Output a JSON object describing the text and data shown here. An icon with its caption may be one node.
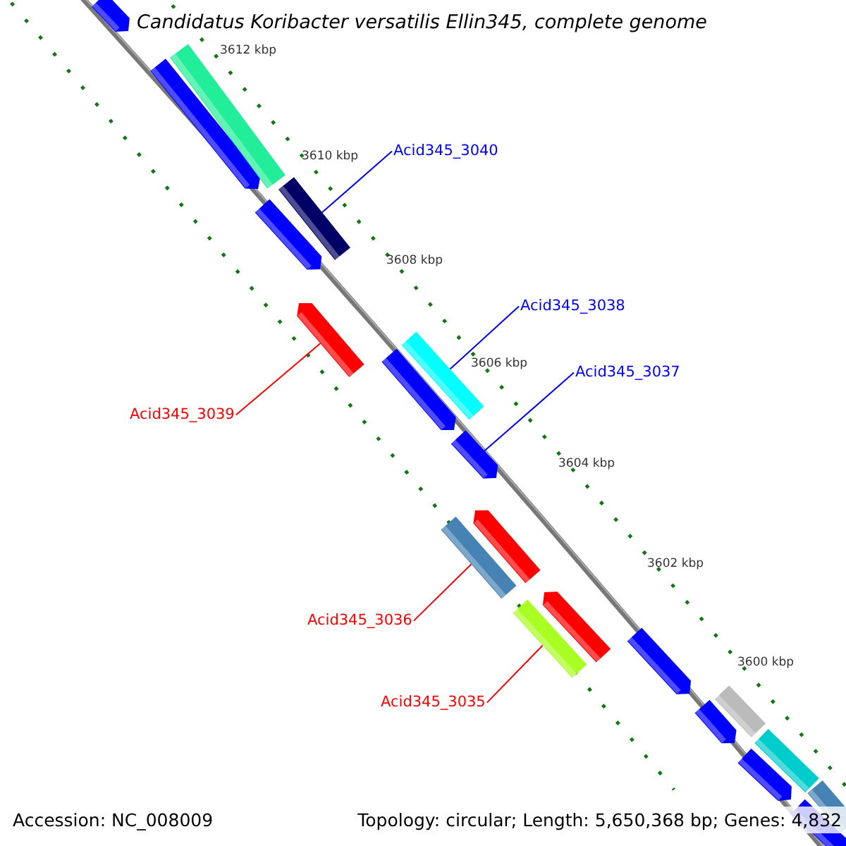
{
  "diagram": {
    "title": "Candidatus Koribacter versatilis Ellin345, complete genome",
    "nodes": [
      {
        "text": [
          "Acid345_3040"
        ]
      },
      {
        "text": [
          "Acid345_3038"
        ]
      },
      {
        "text": [
          "Acid345_3037"
        ]
      },
      {
        "text": [
          "Acid345_3039"
        ]
      },
      {
        "text": [
          "Acid345_3036"
        ]
      },
      {
        "text": [
          "Acid345_3035"
        ]
      },
      {
        "text": [],
        "shape": "bar"
      },
      {
        "text": [],
        "shape": "bar"
      },
      {
        "text": [],
        "shape": "bar"
      },
      {
        "text": [],
        "shape": "bar"
      },
      {
        "text": [],
        "shape": "bar"
      },
      {
        "text": [],
        "shape": "bar"
      },
      {
        "text": [],
        "shape": "bar"
      },
      {
        "text": [],
        "shape": "bar"
      },
      {
        "text": [],
        "shape": "bar"
      },
      {
        "text": [],
        "shape": "bar"
      },
      {
        "text": [],
        "shape": "bar"
      },
      {
        "text": [],
        "shape": "bar"
      },
      {
        "text": [],
        "shape": "bar"
      },
      {
        "text": [],
        "shape": "bar"
      },
      {
        "text": [],
        "shape": "bar"
      },
      {
        "text": [],
        "shape": "bar"
      },
      {
        "text": [],
        "shape": "bar"
      },
      {
        "text": [],
        "shape": "bar"
      },
      {
        "text": [],
        "shape": "bar"
      },
      {
        "text": [],
        "shape": "bar"
      }
    ],
    "edges": [
      {
        "from": 0,
        "to": 9,
        "arrow": "none",
        "color": "#0000ff"
      },
      {
        "from": 1,
        "to": 13,
        "arrow": "none",
        "color": "#0000ff"
      },
      {
        "from": 2,
        "to": 14,
        "arrow": "none",
        "color": "#0000ff"
      },
      {
        "from": 3,
        "to": 11,
        "arrow": "none",
        "color": "#ff0000"
      },
      {
        "from": 4,
        "to": 15,
        "arrow": "none",
        "color": "#ff0000"
      },
      {
        "from": 5,
        "to": 17,
        "arrow": "none",
        "color": "#ff0000"
      }
    ],
    "labels": [
      "3612 kbp",
      "3610 kbp",
      "3608 kbp",
      "3606 kbp",
      "3604 kbp",
      "3602 kbp",
      "3600 kbp",
      "Accession: NC_008009",
      "Topology: circular; Length: 5,650,368 bp; Genes: 4,832"
    ]
  }
}
